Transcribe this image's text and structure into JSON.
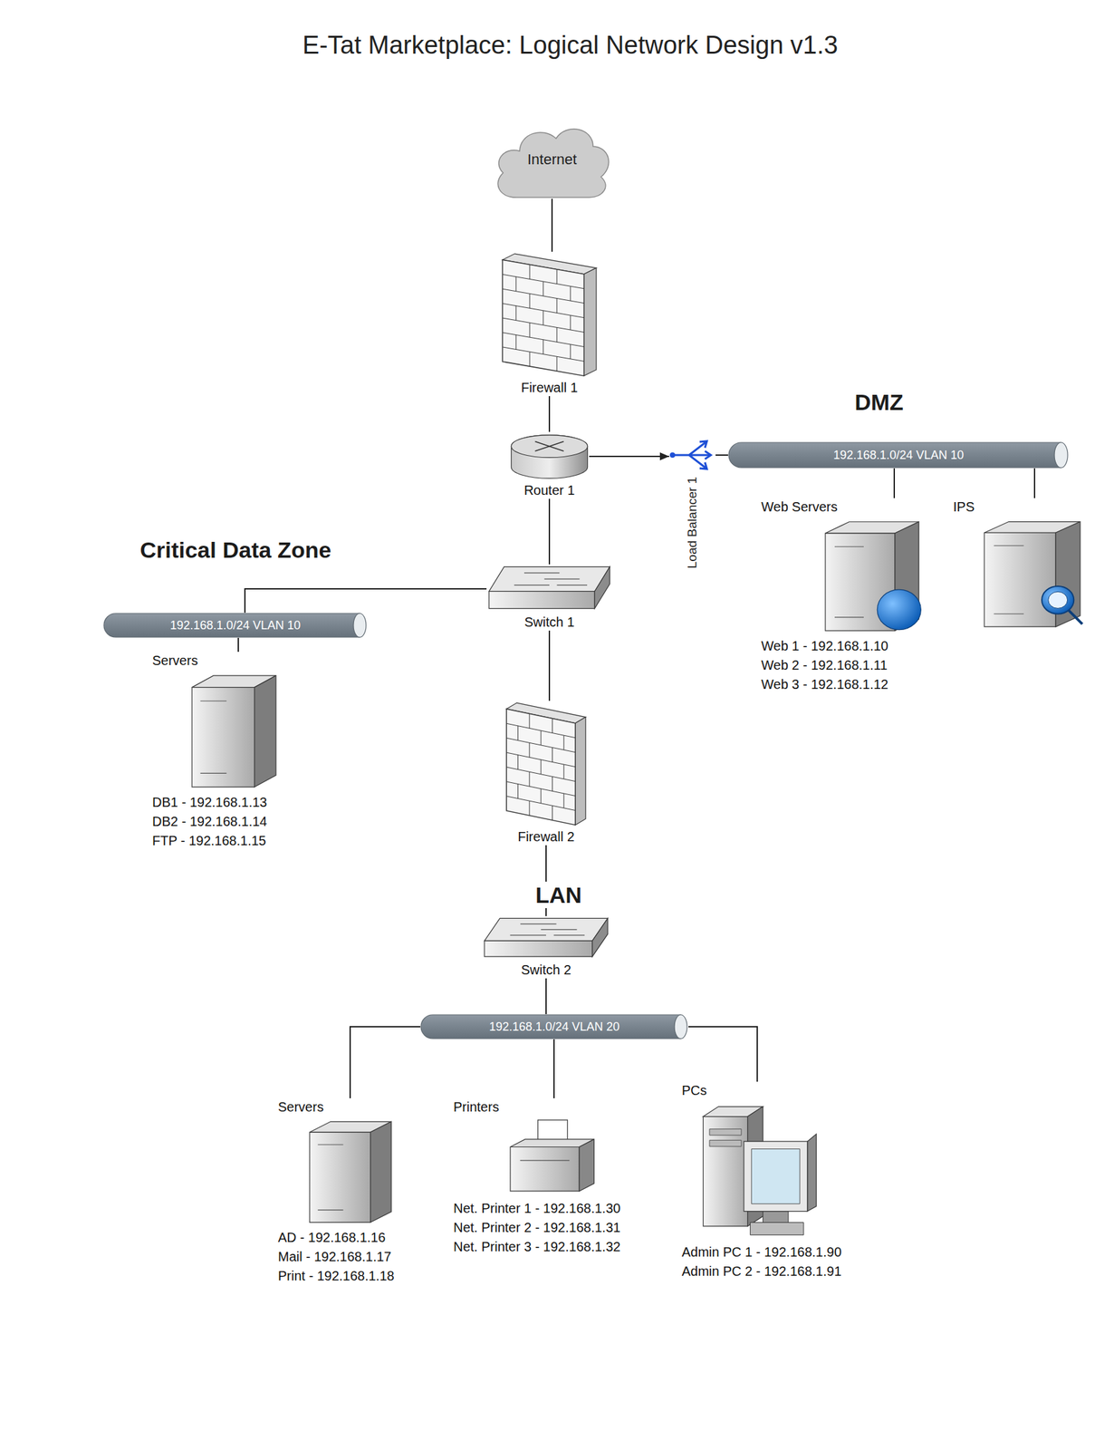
{
  "diagram": {
    "title": "E-Tat Marketplace: Logical Network Design v1.3",
    "nodes": [
      {
        "text": [
          "Internet"
        ]
      },
      {
        "text": [
          "Firewall 1"
        ]
      },
      {
        "text": [
          "Router 1"
        ]
      },
      {
        "text": [
          "DMZ"
        ]
      },
      {
        "text": [
          "Load Balancer 1"
        ],
        "in": 3
      },
      {
        "text": [
          "192.168.1.0/24 VLAN 10"
        ],
        "in": 3
      },
      {
        "text": [
          "Web Servers",
          "Web 1 - 192.168.1.10",
          "Web 2 - 192.168.1.11",
          "Web 3 - 192.168.1.12"
        ],
        "in": 3
      },
      {
        "text": [
          "IPS"
        ],
        "in": 3
      },
      {
        "text": [
          "Critical Data Zone"
        ]
      },
      {
        "text": [
          "192.168.1.0/24 VLAN 10"
        ],
        "in": 8
      },
      {
        "text": [
          "Servers",
          "DB1 - 192.168.1.13",
          "DB2 - 192.168.1.14",
          "FTP - 192.168.1.15"
        ],
        "in": 8
      },
      {
        "text": [
          "Switch 1"
        ]
      },
      {
        "text": [
          "Firewall 2"
        ]
      },
      {
        "text": [
          "LAN"
        ]
      },
      {
        "text": [
          "Switch 2"
        ],
        "in": 13
      },
      {
        "text": [
          "192.168.1.0/24 VLAN 20"
        ],
        "in": 13
      },
      {
        "text": [
          "Servers",
          "AD - 192.168.1.16",
          "Mail - 192.168.1.17",
          "Print - 192.168.1.18"
        ],
        "in": 13
      },
      {
        "text": [
          "Printers",
          "Net. Printer 1 - 192.168.1.30",
          "Net. Printer 2 - 192.168.1.31",
          "Net. Printer 3 - 192.168.1.32"
        ],
        "in": 13
      },
      {
        "text": [
          "PCs",
          "Admin PC 1 - 192.168.1.90",
          "Admin PC 2 - 192.168.1.91"
        ],
        "in": 13
      }
    ],
    "edges": [
      {
        "from": 0,
        "to": 1,
        "arrow": "none"
      },
      {
        "from": 1,
        "to": 2,
        "arrow": "none"
      },
      {
        "from": 2,
        "to": 4,
        "arrow": "to"
      },
      {
        "from": 4,
        "to": 5,
        "arrow": "none"
      },
      {
        "from": 5,
        "to": 6,
        "arrow": "none"
      },
      {
        "from": 5,
        "to": 7,
        "arrow": "none"
      },
      {
        "from": 2,
        "to": 11,
        "arrow": "none"
      },
      {
        "from": 11,
        "to": 9,
        "arrow": "none"
      },
      {
        "from": 9,
        "to": 10,
        "arrow": "none"
      },
      {
        "from": 11,
        "to": 12,
        "arrow": "none"
      },
      {
        "from": 12,
        "to": 14,
        "arrow": "none"
      },
      {
        "from": 14,
        "to": 15,
        "arrow": "none"
      },
      {
        "from": 15,
        "to": 16,
        "arrow": "none"
      },
      {
        "from": 15,
        "to": 17,
        "arrow": "none"
      },
      {
        "from": 15,
        "to": 18,
        "arrow": "none"
      }
    ]
  }
}
